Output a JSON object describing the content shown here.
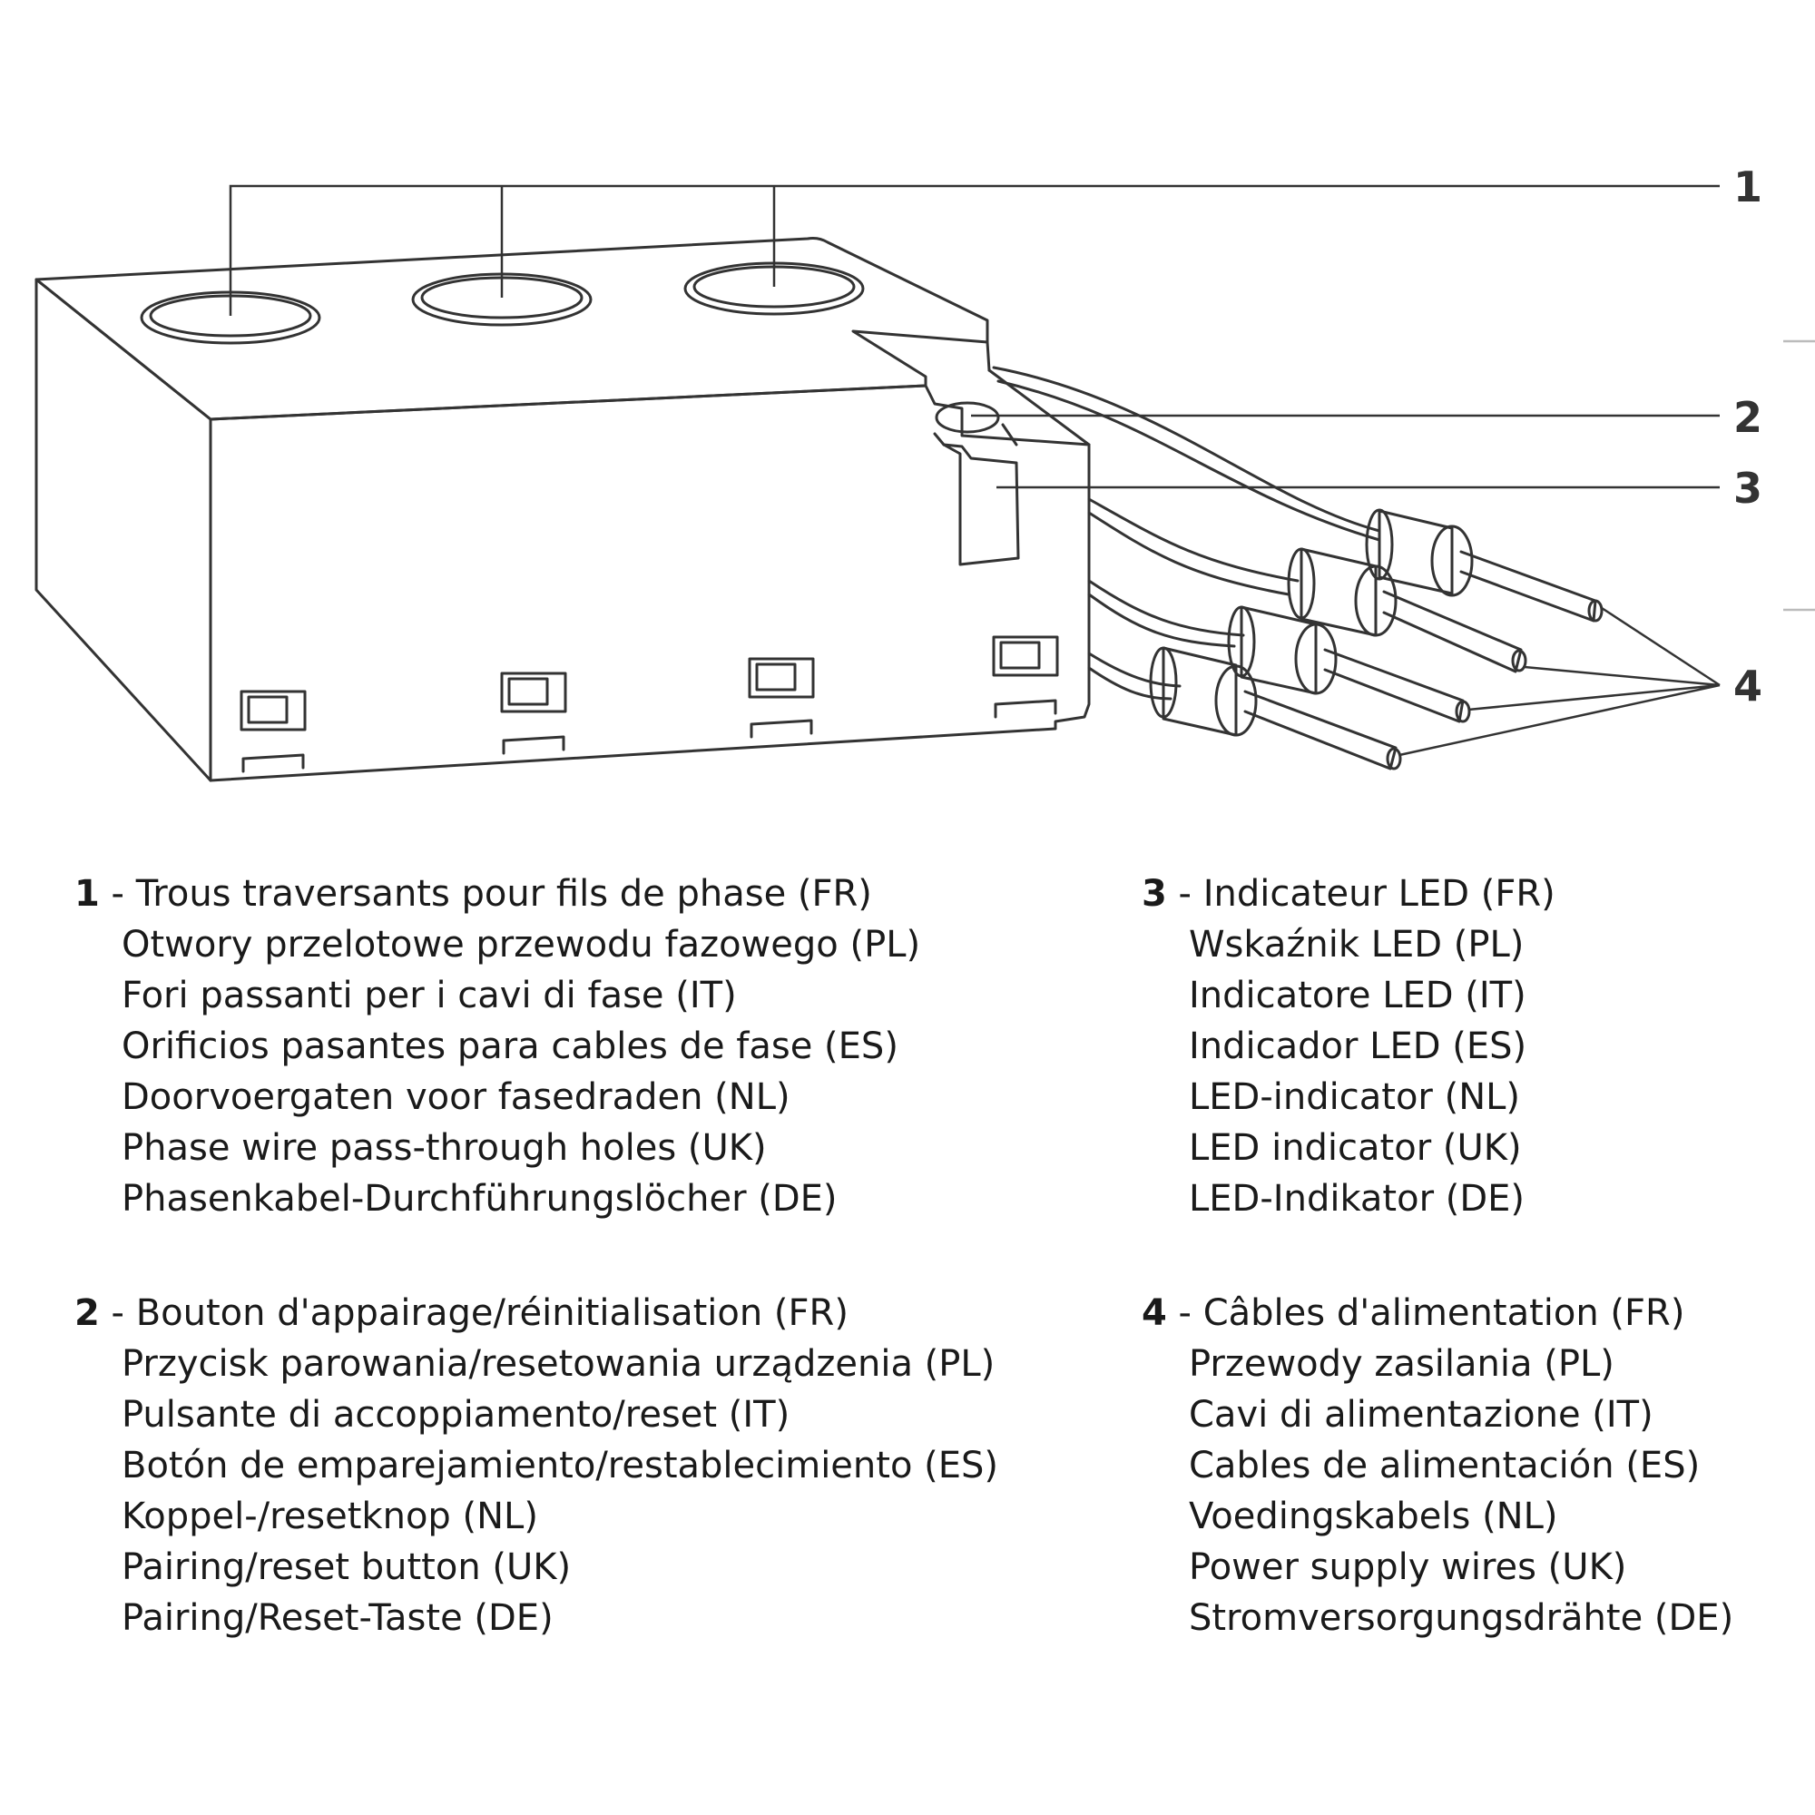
{
  "callouts": [
    "1",
    "2",
    "3",
    "4"
  ],
  "legend": [
    {
      "number": "1",
      "lines": [
        "Trous traversants pour fils de phase (FR)",
        "Otwory przelotowe przewodu fazowego (PL)",
        "Fori passanti per i cavi di fase (IT)",
        "Orificios pasantes para cables de fase (ES)",
        "Doorvoergaten voor fasedraden (NL)",
        "Phase wire pass-through holes (UK)",
        "Phasenkabel-Durchführungslöcher (DE)"
      ]
    },
    {
      "number": "2",
      "lines": [
        "Bouton d'appairage/réinitialisation (FR)",
        "Przycisk parowania/resetowania urządzenia (PL)",
        "Pulsante di accoppiamento/reset (IT)",
        "Botón de emparejamiento/restablecimiento (ES)",
        "Koppel-/resetknop (NL)",
        "Pairing/reset button (UK)",
        "Pairing/Reset-Taste (DE)"
      ]
    },
    {
      "number": "3",
      "lines": [
        "Indicateur LED (FR)",
        "Wskaźnik LED (PL)",
        "Indicatore LED (IT)",
        "Indicador LED (ES)",
        "LED-indicator (NL)",
        "LED indicator (UK)",
        "LED-Indikator (DE)"
      ]
    },
    {
      "number": "4",
      "lines": [
        "Câbles d'alimentation (FR)",
        "Przewody zasilania (PL)",
        "Cavi di alimentazione (IT)",
        "Cables de alimentación (ES)",
        "Voedingskabels (NL)",
        "Power supply wires (UK)",
        "Stromversorgungsdrähte (DE)"
      ]
    }
  ]
}
